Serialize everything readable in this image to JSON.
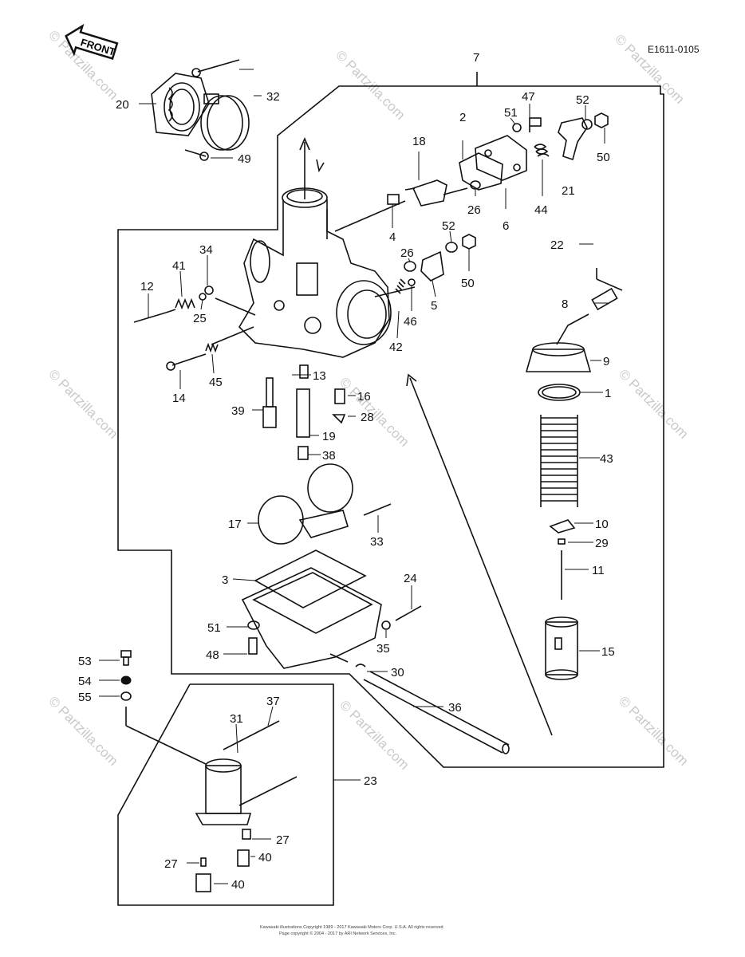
{
  "diagram_code": "E1611-0105",
  "front_label": "FRONT",
  "watermark_text": "© Partzilla.com",
  "copyright_lines": [
    "Kawasaki illustrations Copyright 1989 - 2017 Kawasaki Motors Corp. U.S.A. All rights reserved",
    "Page copyright © 2004 - 2017 by ARI Network Services, Inc."
  ],
  "callouts": [
    {
      "id": "c7",
      "text": "7"
    },
    {
      "id": "c20",
      "text": "20"
    },
    {
      "id": "c32",
      "text": "32"
    },
    {
      "id": "c49",
      "text": "49"
    },
    {
      "id": "c2",
      "text": "2"
    },
    {
      "id": "c18",
      "text": "18"
    },
    {
      "id": "c47",
      "text": "47"
    },
    {
      "id": "c51a",
      "text": "51"
    },
    {
      "id": "c52a",
      "text": "52"
    },
    {
      "id": "c50a",
      "text": "50"
    },
    {
      "id": "c21",
      "text": "21"
    },
    {
      "id": "c26a",
      "text": "26"
    },
    {
      "id": "c44",
      "text": "44"
    },
    {
      "id": "c6",
      "text": "6"
    },
    {
      "id": "c4",
      "text": "4"
    },
    {
      "id": "c52b",
      "text": "52"
    },
    {
      "id": "c26b",
      "text": "26"
    },
    {
      "id": "c22",
      "text": "22"
    },
    {
      "id": "c5",
      "text": "5"
    },
    {
      "id": "c50b",
      "text": "50"
    },
    {
      "id": "c34",
      "text": "34"
    },
    {
      "id": "c41",
      "text": "41"
    },
    {
      "id": "c12",
      "text": "12"
    },
    {
      "id": "c25",
      "text": "25"
    },
    {
      "id": "c46",
      "text": "46"
    },
    {
      "id": "c42",
      "text": "42"
    },
    {
      "id": "c8",
      "text": "8"
    },
    {
      "id": "c9",
      "text": "9"
    },
    {
      "id": "c14",
      "text": "14"
    },
    {
      "id": "c45",
      "text": "45"
    },
    {
      "id": "c13",
      "text": "13"
    },
    {
      "id": "c16",
      "text": "16"
    },
    {
      "id": "c1",
      "text": "1"
    },
    {
      "id": "c39",
      "text": "39"
    },
    {
      "id": "c28",
      "text": "28"
    },
    {
      "id": "c19",
      "text": "19"
    },
    {
      "id": "c43",
      "text": "43"
    },
    {
      "id": "c38",
      "text": "38"
    },
    {
      "id": "c17",
      "text": "17"
    },
    {
      "id": "c33",
      "text": "33"
    },
    {
      "id": "c10",
      "text": "10"
    },
    {
      "id": "c29",
      "text": "29"
    },
    {
      "id": "c3",
      "text": "3"
    },
    {
      "id": "c11",
      "text": "11"
    },
    {
      "id": "c24",
      "text": "24"
    },
    {
      "id": "c51b",
      "text": "51"
    },
    {
      "id": "c35",
      "text": "35"
    },
    {
      "id": "c48",
      "text": "48"
    },
    {
      "id": "c15",
      "text": "15"
    },
    {
      "id": "c53",
      "text": "53"
    },
    {
      "id": "c30",
      "text": "30"
    },
    {
      "id": "c54",
      "text": "54"
    },
    {
      "id": "c55",
      "text": "55"
    },
    {
      "id": "c37",
      "text": "37"
    },
    {
      "id": "c36",
      "text": "36"
    },
    {
      "id": "c31",
      "text": "31"
    },
    {
      "id": "c23",
      "text": "23"
    },
    {
      "id": "c27a",
      "text": "27"
    },
    {
      "id": "c27b",
      "text": "27"
    },
    {
      "id": "c40a",
      "text": "40"
    },
    {
      "id": "c40b",
      "text": "40"
    }
  ]
}
